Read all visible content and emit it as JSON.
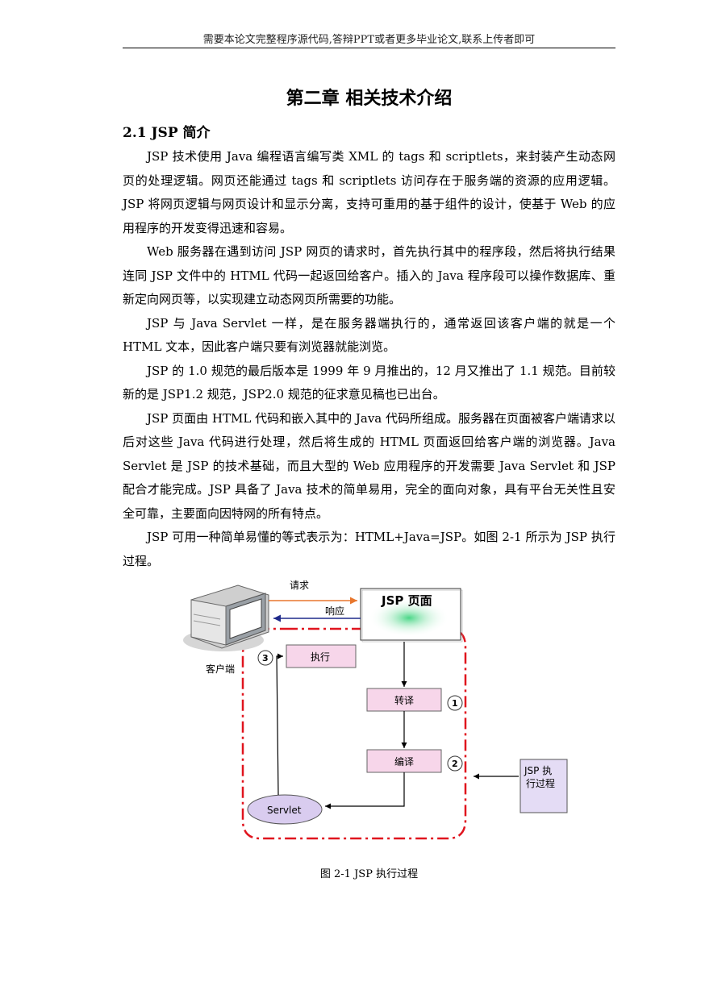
{
  "header": {
    "text": "需要本论文完整程序源代码,答辩PPT或者更多毕业论文,联系上传者即可"
  },
  "chapter_title": "第二章  相关技术介绍",
  "section_title": "2.1 JSP 简介",
  "paragraphs": [
    "JSP 技术使用 Java 编程语言编写类 XML 的 tags 和 scriptlets，来封装产生动态网页的处理逻辑。网页还能通过 tags 和 scriptlets 访问存在于服务端的资源的应用逻辑。JSP 将网页逻辑与网页设计和显示分离，支持可重用的基于组件的设计，使基于 Web 的应用程序的开发变得迅速和容易。",
    "Web 服务器在遇到访问 JSP 网页的请求时，首先执行其中的程序段，然后将执行结果连同 JSP 文件中的 HTML 代码一起返回给客户。插入的 Java 程序段可以操作数据库、重新定向网页等，以实现建立动态网页所需要的功能。",
    "JSP 与 Java Servlet 一样，是在服务器端执行的，通常返回该客户端的就是一个 HTML 文本，因此客户端只要有浏览器就能浏览。",
    "JSP 的 1.0 规范的最后版本是 1999 年 9 月推出的，12 月又推出了 1.1 规范。目前较新的是 JSP1.2 规范，JSP2.0 规范的征求意见稿也已出台。",
    "JSP 页面由 HTML 代码和嵌入其中的 Java 代码所组成。服务器在页面被客户端请求以后对这些 Java 代码进行处理，然后将生成的 HTML 页面返回给客户端的浏览器。Java Servlet  是 JSP 的技术基础，而且大型的 Web 应用程序的开发需要 Java Servlet 和 JSP 配合才能完成。JSP 具备了 Java 技术的简单易用，完全的面向对象，具有平台无关性且安全可靠，主要面向因特网的所有特点。",
    "JSP 可用一种简单易懂的等式表示为：HTML+Java=JSP。如图 2-1 所示为  JSP 执行过程。"
  ],
  "figure": {
    "request_label": "请求",
    "response_label": "响应",
    "jsp_page_label": "JSP  页面",
    "client_label": "客户端",
    "execute_label": "执行",
    "translate_label": "转译",
    "compile_label": "编译",
    "servlet_label": "Servlet",
    "step1": "1",
    "step2": "2",
    "step3": "3",
    "note_line1": "JSP 执",
    "note_line2": "行过程",
    "colors": {
      "request_arrow": "#e8772e",
      "response_arrow": "#1f2a8a",
      "dashed_border": "#e0141e",
      "step_box_fill": "#f7d6ea",
      "servlet_fill": "#d9ccef",
      "note_fill": "#e4dcf5",
      "glow": "#36d27a"
    },
    "caption": "图 2-1    JSP 执行过程"
  }
}
